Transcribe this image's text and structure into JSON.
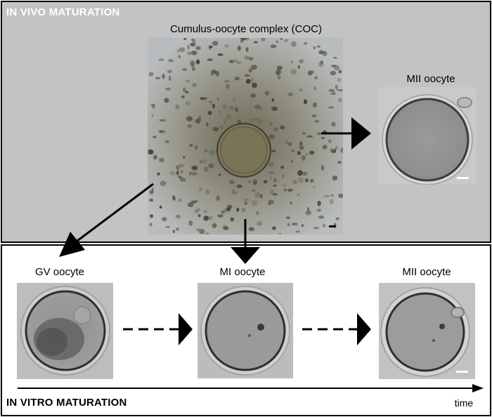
{
  "sections": {
    "in_vivo_title": "IN VIVO MATURATION",
    "in_vitro_title": "IN VITRO MATURATION"
  },
  "labels": {
    "coc": "Cumulus-oocyte complex (COC)",
    "mii_vivo": "MII oocyte",
    "gv": "GV oocyte",
    "mi": "MI oocyte",
    "mii_vitro": "MII oocyte",
    "time": "time"
  },
  "colors": {
    "top_panel_bg": "#c3c3c3",
    "bottom_panel_bg": "#ffffff",
    "arrow": "#000000",
    "scale_bar_dark": "#000000",
    "scale_bar_light": "#ffffff"
  }
}
